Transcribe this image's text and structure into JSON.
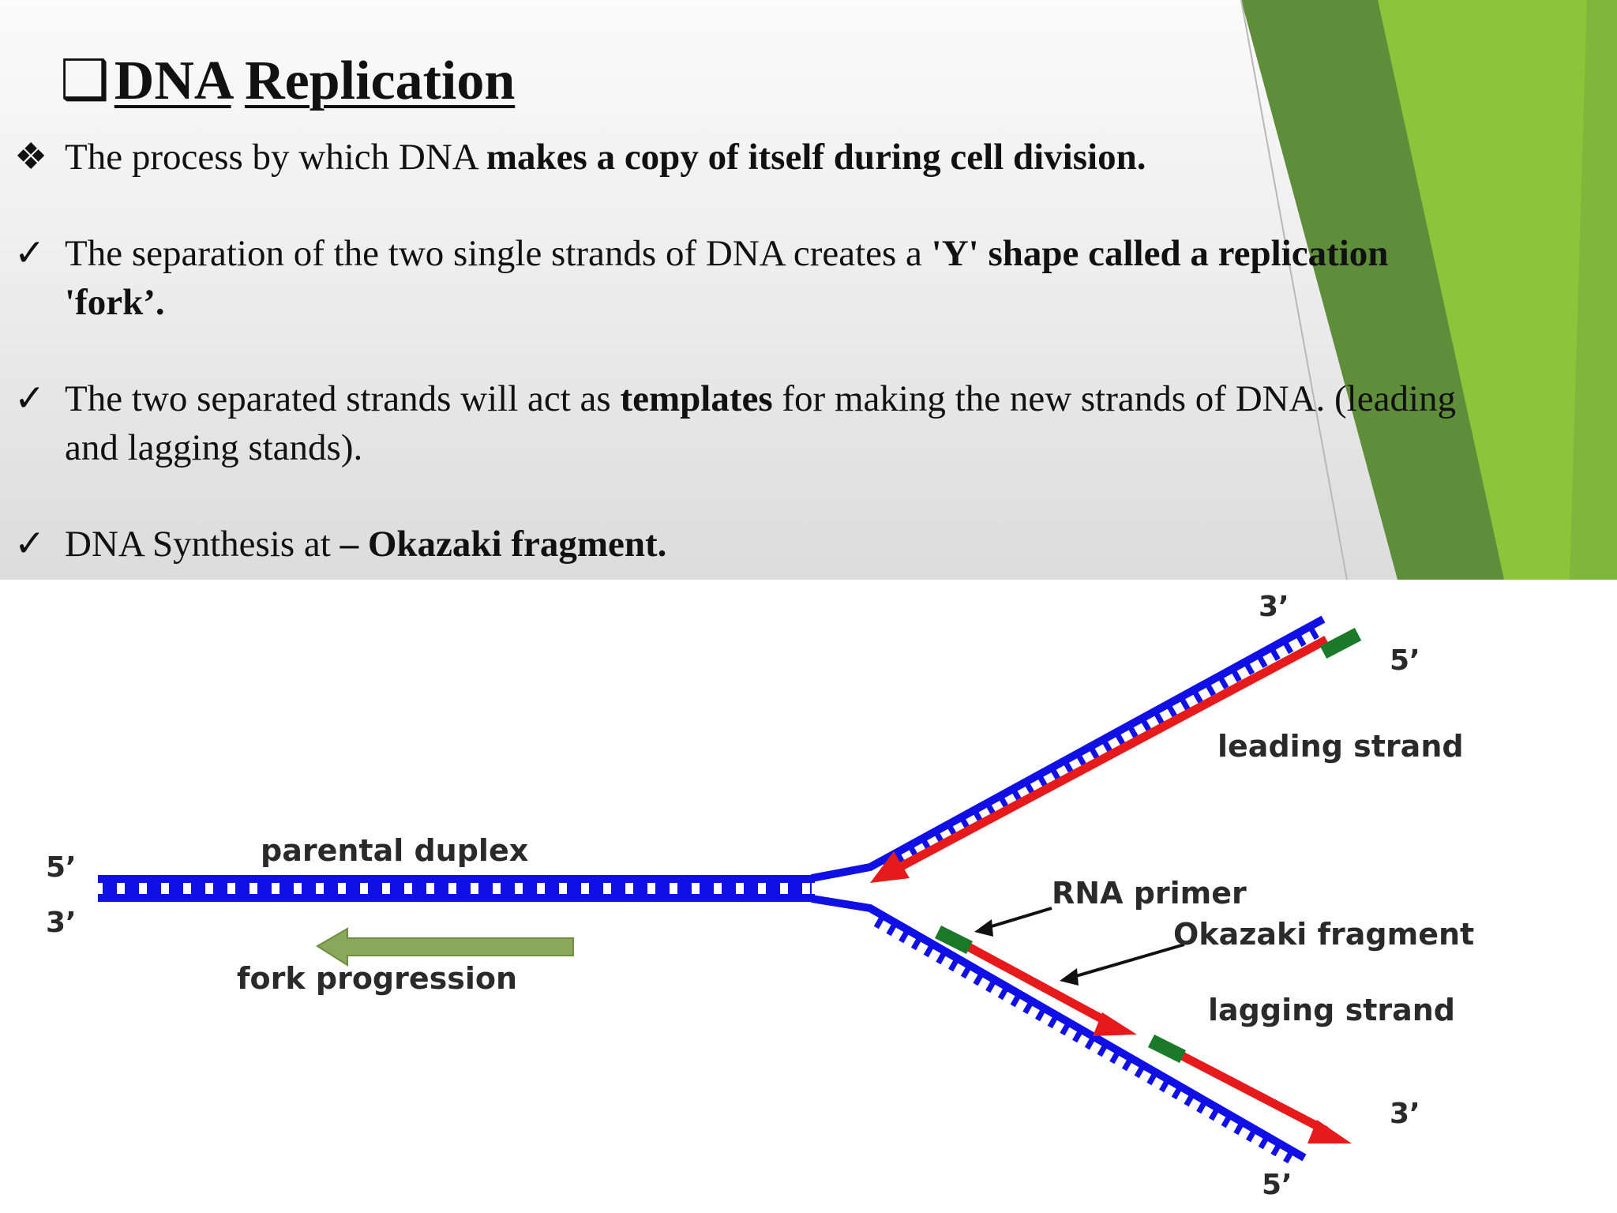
{
  "title": {
    "marker": "❑",
    "word1": "DNA",
    "word2": "Replication"
  },
  "bullets": [
    {
      "marker": "❖",
      "plain": "The process by which DNA ",
      "bold": "makes a copy of itself during cell division."
    },
    {
      "marker": "✓",
      "line1_plain": "The separation of the two single strands of DNA creates a ",
      "line1_bold": "'Y' shape called a replication",
      "line2_bold": "'fork’."
    },
    {
      "marker": "✓",
      "line1_plain1": "The two separated strands will act as ",
      "line1_bold": "templates",
      "line1_plain2": " for making the new strands of DNA. (leading",
      "line2_plain": "and lagging stands)."
    },
    {
      "marker": "✓",
      "plain": "DNA Synthesis at ",
      "bold": "– Okazaki fragment."
    }
  ],
  "diagram": {
    "labels": {
      "parental_duplex": "parental duplex",
      "fork_progression": "fork progression",
      "leading_strand": "leading strand",
      "lagging_strand": "lagging strand",
      "rna_primer": "RNA primer",
      "okazaki_fragment": "Okazaki fragment",
      "left_top_end": "5’",
      "left_bottom_end": "3’",
      "upper_arm_blue_end": "3’",
      "upper_arm_red_end": "5’",
      "lower_arm_red_end": "3’",
      "lower_arm_blue_end": "5’"
    },
    "colors": {
      "template_strand": "#1010e6",
      "new_strand": "#e61a1a",
      "primer": "#1a7a2a",
      "fork_arrow": "#8aa85a",
      "accent_green": "#7bb33a",
      "accent_green_dark": "#5a8f35"
    }
  }
}
